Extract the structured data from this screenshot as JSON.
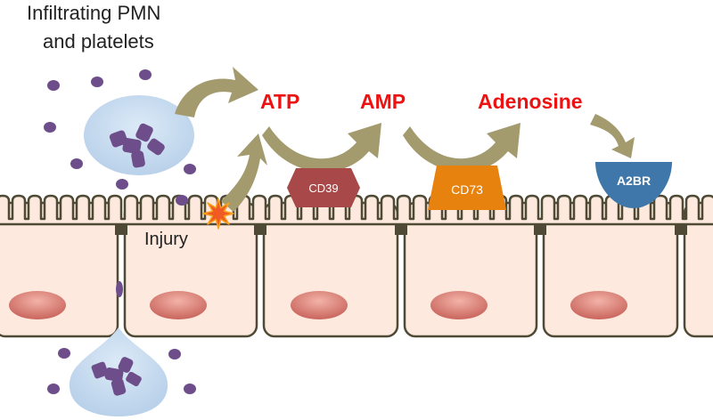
{
  "title": {
    "line1": "Infiltrating PMN",
    "line2": "and platelets"
  },
  "metabolites": {
    "atp": "ATP",
    "amp": "AMP",
    "adenosine": "Adenosine"
  },
  "enzymes": {
    "cd39": "CD39",
    "cd73": "CD73"
  },
  "receptor": "A2BR",
  "injury_label": "Injury",
  "colors": {
    "metabolite_text": "#ee1111",
    "arrow": "#a39b6e",
    "cd39": "#a84848",
    "cd73": "#e8820e",
    "a2br": "#3f77aa",
    "cell_fill": "#fde9dd",
    "cell_outline": "#4f4a35",
    "junction": "#4f4a35",
    "nucleus": "#d97f78",
    "pmn_body": "#c8dcf0",
    "pmn_nucleus": "#6d4e8b",
    "platelet": "#6d4e8b",
    "injury_star": "#f05a24"
  }
}
